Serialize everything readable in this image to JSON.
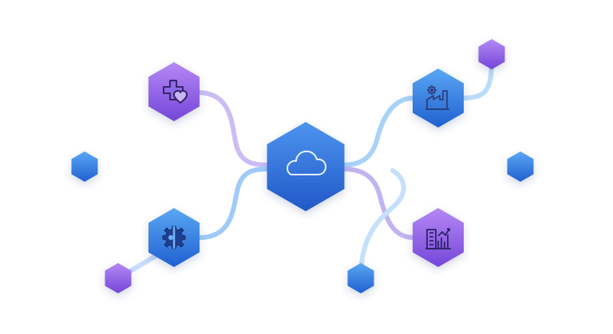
{
  "colors": {
    "background": "#ffffff",
    "blue_light": "#4f9ff0",
    "blue_dark": "#1e5cc9",
    "purple_light": "#b07cf2",
    "purple_dark": "#6f3fd6",
    "icon_stroke": "#35246b",
    "link_blue": "#b9dcfb",
    "link_purple": "#c9b8f4"
  },
  "hub": {
    "icon": "cloud-icon"
  },
  "nodes": [
    {
      "id": "healthcare",
      "icon": "medical-cross-heart-icon"
    },
    {
      "id": "manufacturing",
      "icon": "factory-gear-icon"
    },
    {
      "id": "engineering",
      "icon": "gear-circuit-icon"
    },
    {
      "id": "business",
      "icon": "building-chart-icon"
    }
  ]
}
